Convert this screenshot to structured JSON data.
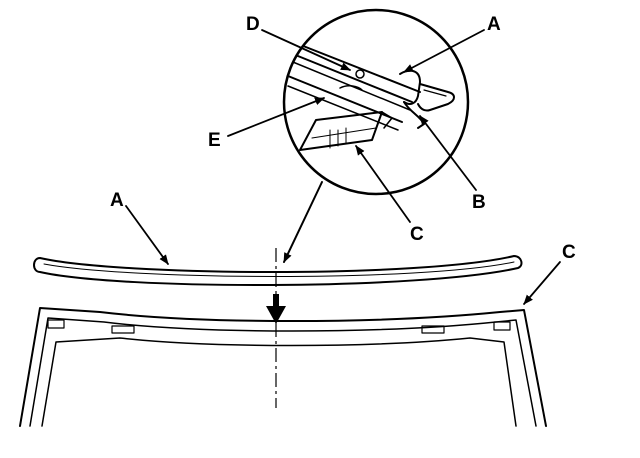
{
  "callouts": {
    "top_A": "A",
    "top_D": "D",
    "top_E": "E",
    "top_B": "B",
    "top_C": "C",
    "left_A": "A",
    "right_C": "C"
  },
  "colors": {
    "ink": "#000000",
    "paper": "#ffffff"
  }
}
